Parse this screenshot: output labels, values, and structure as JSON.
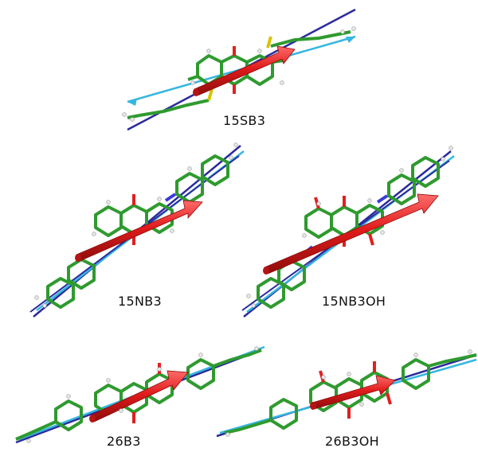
{
  "labels": {
    "m1": "15SB3",
    "m2": "15NB3",
    "m3": "15NB3OH",
    "m4": "26B3",
    "m5": "26B3OH"
  },
  "colors": {
    "bond_green": "#2f9a2f",
    "bond_dark_green": "#1f6e1f",
    "oxygen_red": "#e02020",
    "nitrogen_blue": "#3b3bd6",
    "sulfur_yellow": "#d8c400",
    "hydrogen_white": "#e8e8e8",
    "axis_dark_blue": "#2b2b9c",
    "axis_light_blue": "#35b6e0",
    "dipole_red": "#e01b1b"
  }
}
